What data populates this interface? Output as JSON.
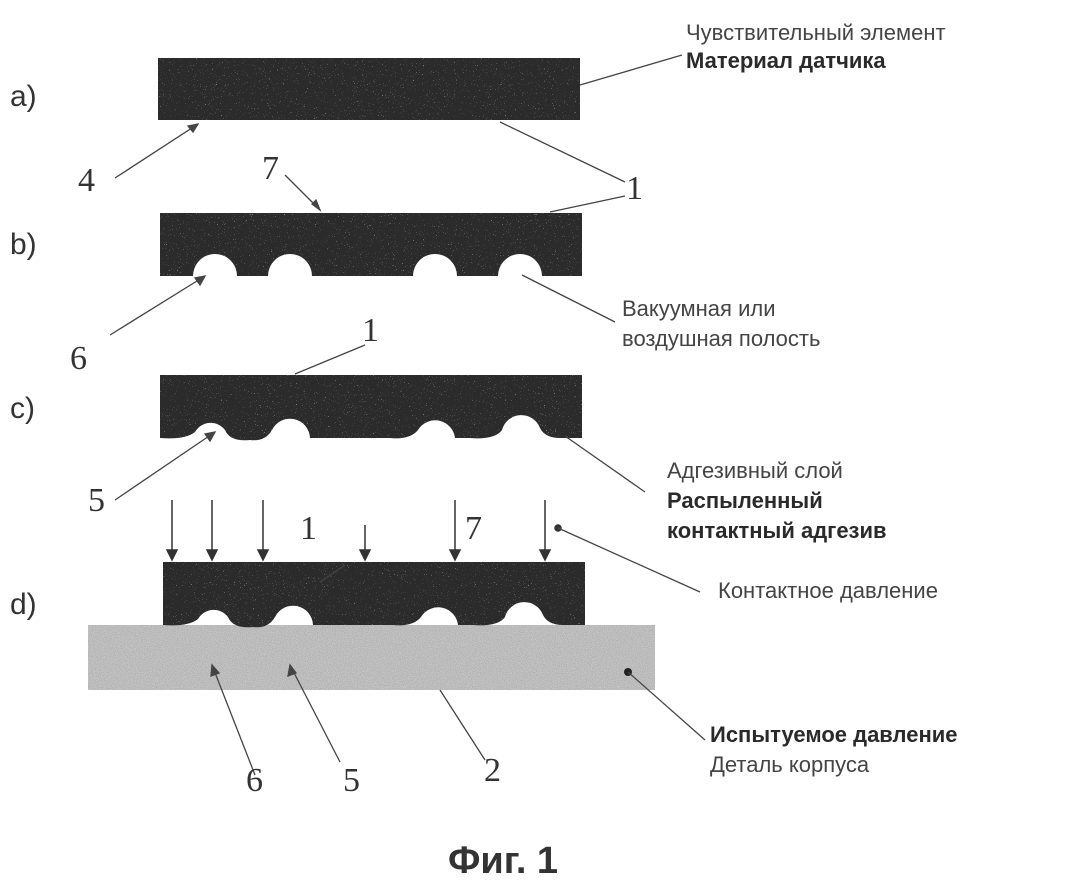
{
  "figure": {
    "caption": "Фиг. 1",
    "panel_labels": [
      "a)",
      "b)",
      "c)",
      "d)"
    ],
    "reference_numbers": {
      "a_4": "4",
      "b_7": "7",
      "ab_1": "1",
      "b_6": "6",
      "c_1": "1",
      "c_5": "5",
      "d_1": "1",
      "d_7": "7",
      "d_6": "6",
      "d_5": "5",
      "d_2": "2"
    },
    "annotations": {
      "sensor_line1": "Чувствительный элемент",
      "sensor_line2": "Материал датчика",
      "cavity_line1": "Вакуумная или",
      "cavity_line2": "воздушная полость",
      "adhesive_line1": "Адгезивный слой",
      "adhesive_line2": "Распыленный",
      "adhesive_line3": "контактный адгезив",
      "contact_pressure": "Контактное давление",
      "test_pressure": "Испытуемое давление",
      "housing_part": "Деталь корпуса"
    }
  }
}
